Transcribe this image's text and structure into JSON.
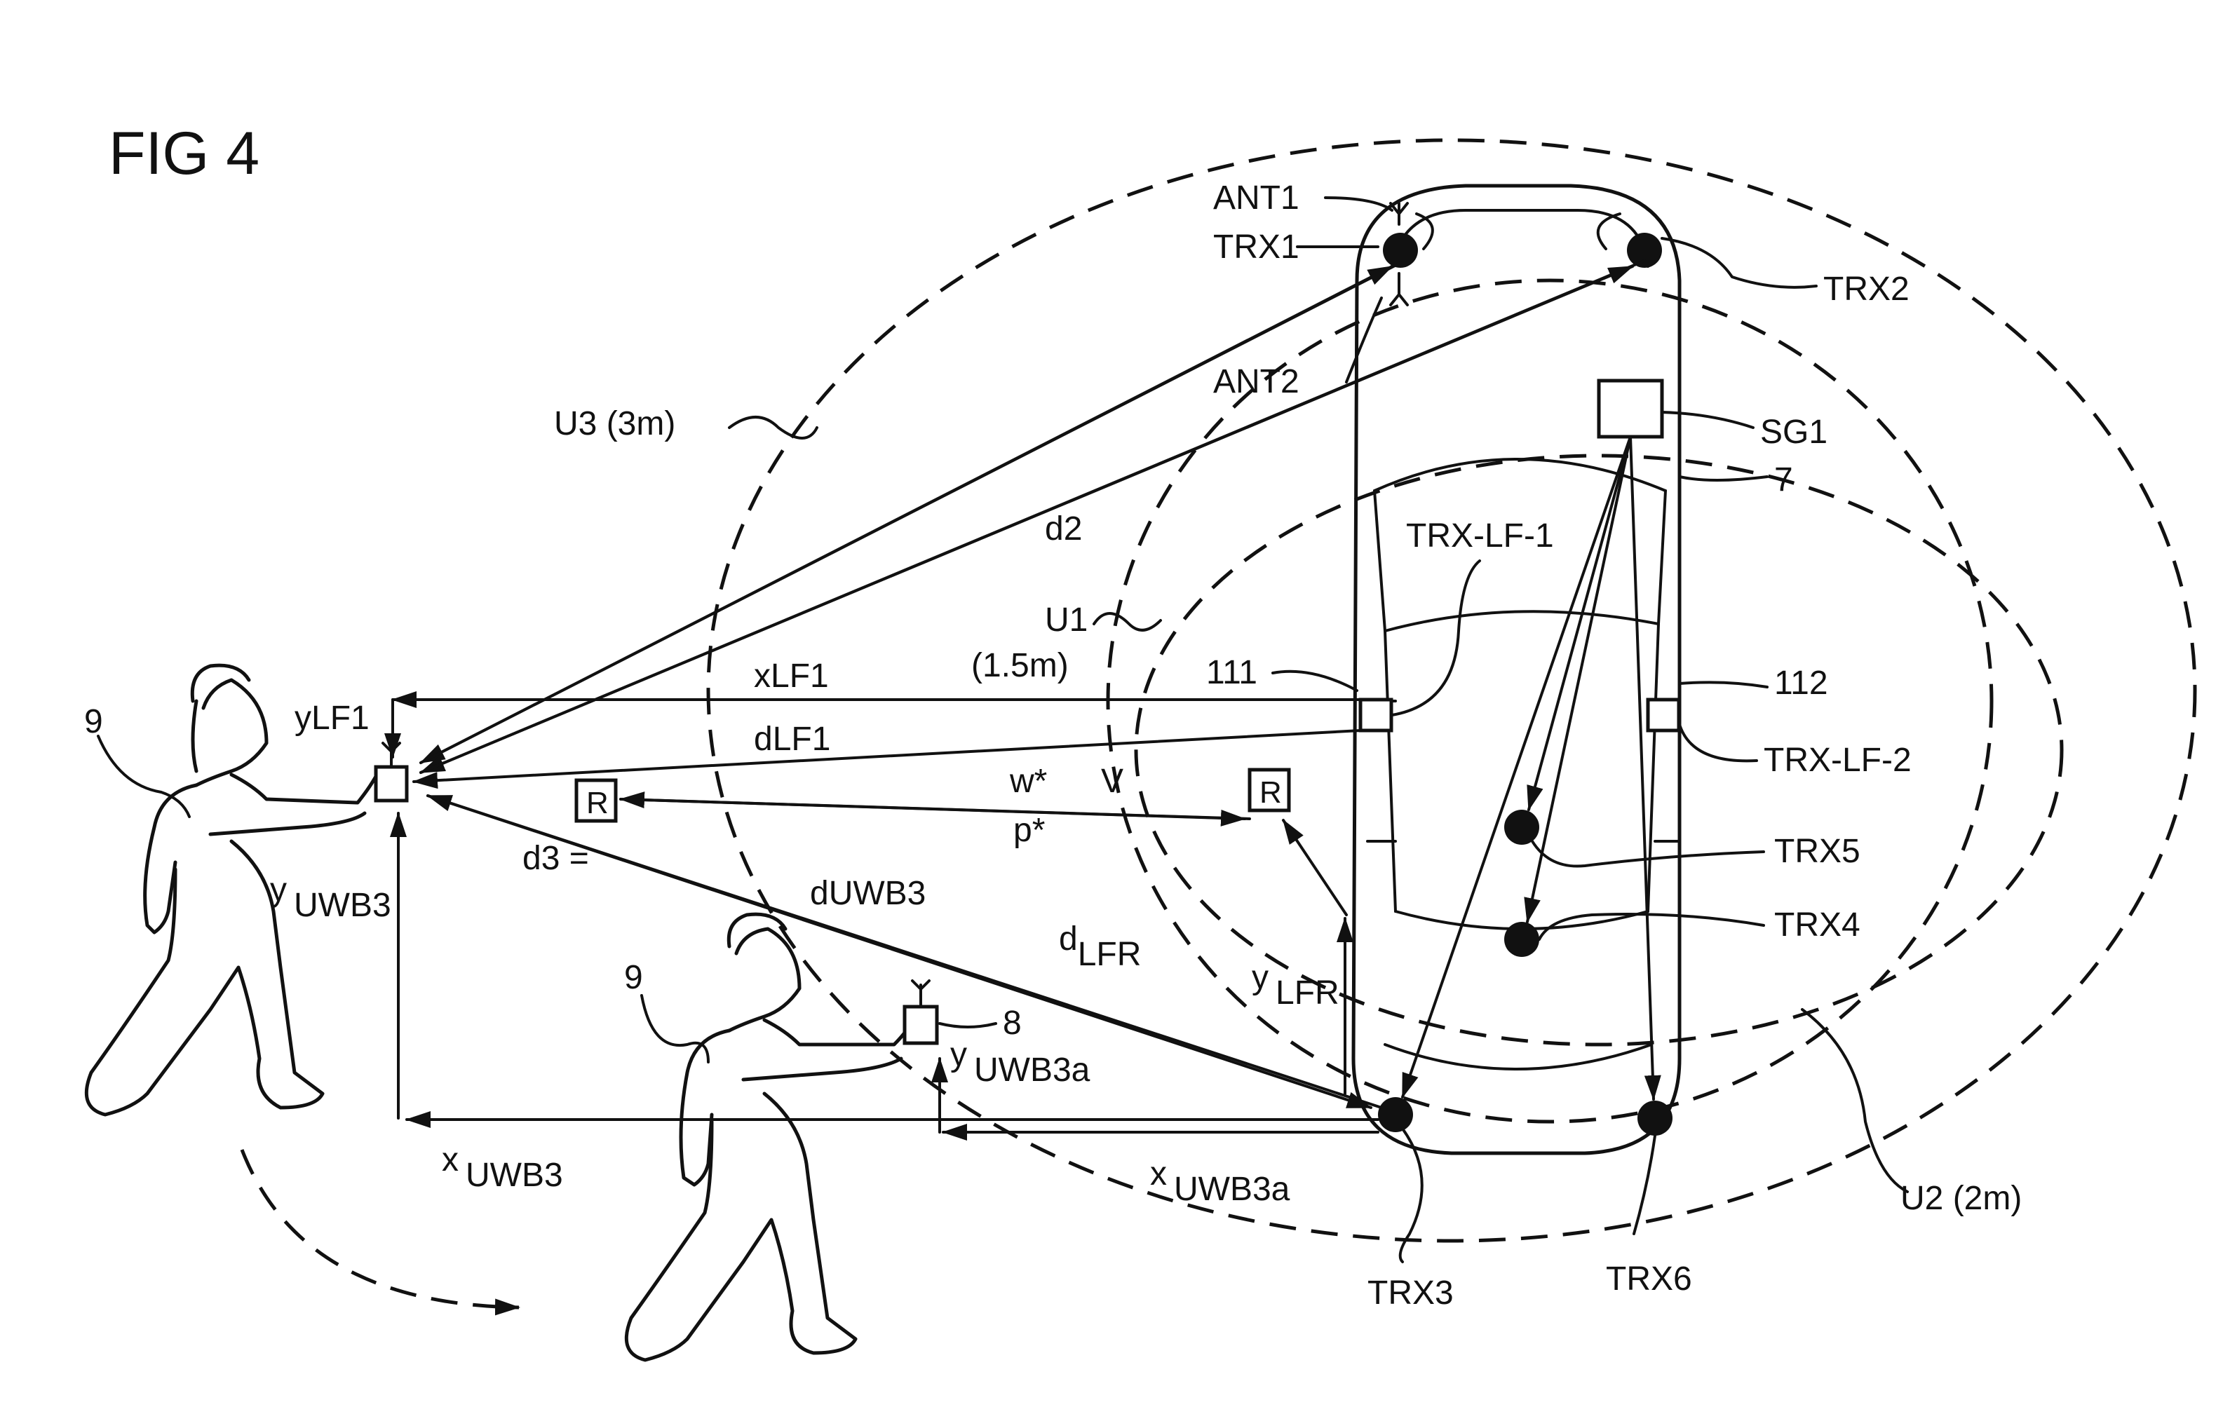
{
  "figure": {
    "title": "FIG 4"
  },
  "zones": {
    "u1": {
      "label": "U1",
      "radius": "(1.5m)"
    },
    "u2": {
      "label": "U2 (2m)"
    },
    "u3": {
      "label": "U3 (3m)"
    }
  },
  "vehicle": {
    "ref": "7",
    "left_side_ref": "111",
    "right_side_ref": "112"
  },
  "antennas": {
    "ant1": "ANT1",
    "ant2": "ANT2"
  },
  "transceivers": {
    "trx1": "TRX1",
    "trx2": "TRX2",
    "trx3": "TRX3",
    "trx4": "TRX4",
    "trx5": "TRX5",
    "trx6": "TRX6",
    "lf1": "TRX-LF-1",
    "lf2": "TRX-LF-2"
  },
  "control_unit": "SG1",
  "persons": {
    "person_ref": "9",
    "person2_ref": "9",
    "key_ref": "8"
  },
  "reflector": "R",
  "distances": {
    "d2": "d2",
    "xLF1": "xLF1",
    "yLF1": "yLF1",
    "dLF1": "dLF1",
    "w_star": "w*",
    "p_star": "p*",
    "v": "V",
    "d3": "d3 =",
    "dUWB3": "dUWB3",
    "dLFR_base": "d",
    "dLFR_sub": "LFR",
    "yLFR_base": "y",
    "yLFR_sub": "LFR",
    "yUWB3_base": "y",
    "yUWB3_sub": "UWB3",
    "yUWB3a_base": "y",
    "yUWB3a_sub": "UWB3a",
    "xUWB3_base": "x",
    "xUWB3_sub": "UWB3",
    "xUWB3a_base": "x",
    "xUWB3a_sub": "UWB3a"
  }
}
